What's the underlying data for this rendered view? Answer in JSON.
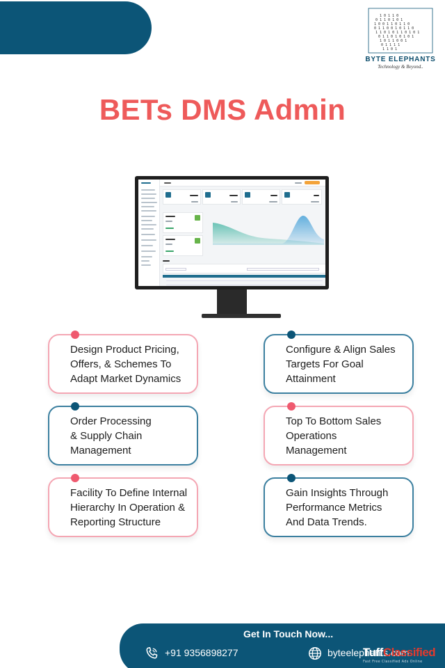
{
  "brand": {
    "name": "BYTE ELEPHANTS",
    "tagline": "Technology & Beyond.."
  },
  "headline": "BETs DMS Admin",
  "features": [
    {
      "text": "Design Product Pricing,\nOffers, & Schemes To\nAdapt Market Dynamics",
      "style": "pink"
    },
    {
      "text": "Configure & Align Sales\nTargets For Goal\nAttainment",
      "style": "blue"
    },
    {
      "text": "Order Processing\n& Supply Chain\nManagement",
      "style": "blue"
    },
    {
      "text": "Top To Bottom Sales\nOperations\nManagement",
      "style": "pink"
    },
    {
      "text": "Facility To Define Internal\nHierarchy In Operation &\nReporting Structure",
      "style": "pink"
    },
    {
      "text": "Gain Insights Through\nPerformance Metrics\nAnd Data Trends.",
      "style": "blue"
    }
  ],
  "footer": {
    "title": "Get In Touch Now...",
    "phone": "+91 9356898277",
    "website": "byteelephants.com"
  },
  "watermark": {
    "main_a": "Tuff",
    "main_b": "Classified",
    "sub": "Fast Free Classified Ads Online"
  },
  "colors": {
    "primary": "#0c5577",
    "accent": "#ee5a5a",
    "card_pink": "#f4a6b3",
    "card_blue": "#3b7f9f"
  },
  "icons": {
    "brand": "elephant-logo-icon",
    "phone": "phone-icon",
    "web": "globe-icon"
  }
}
